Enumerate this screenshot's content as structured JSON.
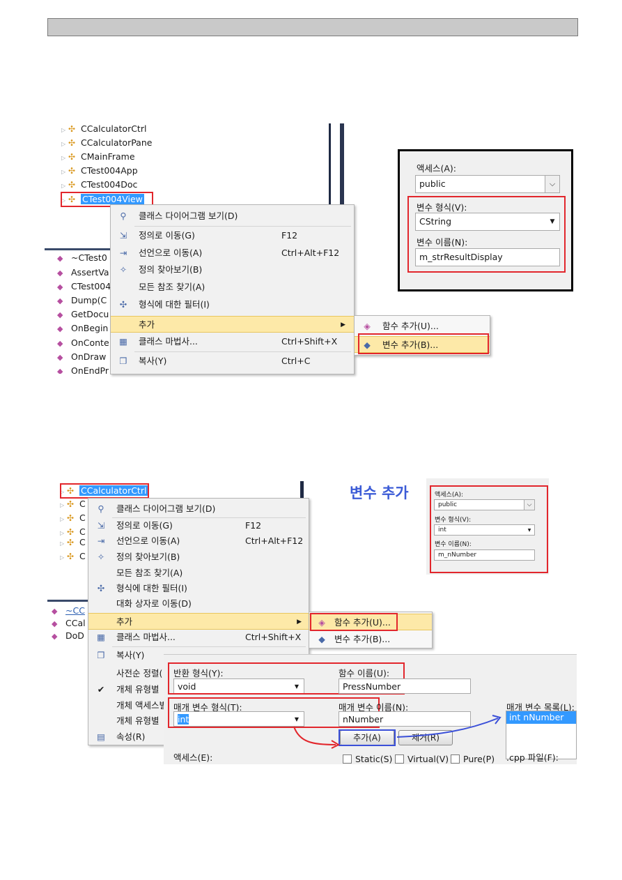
{
  "section1": {
    "tree_classes": [
      "CCalculatorCtrl",
      "CCalculatorPane",
      "CMainFrame",
      "CTest004App",
      "CTest004Doc",
      "CTest004View"
    ],
    "members": [
      "~CTest0",
      "AssertVa",
      "CTest004",
      "Dump(C",
      "GetDocu",
      "OnBegin",
      "OnConte",
      "OnDraw",
      "OnEndPr"
    ],
    "context_menu": [
      {
        "label": "클래스 다이어그램 보기(D)",
        "shortcut": ""
      },
      {
        "label": "정의로 이동(G)",
        "shortcut": "F12"
      },
      {
        "label": "선언으로 이동(A)",
        "shortcut": "Ctrl+Alt+F12"
      },
      {
        "label": "정의 찾아보기(B)",
        "shortcut": ""
      },
      {
        "label": "모든 참조 찾기(A)",
        "shortcut": ""
      },
      {
        "label": "형식에 대한 필터(I)",
        "shortcut": ""
      },
      {
        "label": "추가",
        "shortcut": ""
      },
      {
        "label": "클래스 마법사...",
        "shortcut": "Ctrl+Shift+X"
      },
      {
        "label": "복사(Y)",
        "shortcut": "Ctrl+C"
      }
    ],
    "submenu": [
      "함수 추가(U)...",
      "변수 추가(B)..."
    ],
    "dialog": {
      "access_label": "액세스(A):",
      "access_value": "public",
      "type_label": "변수 형식(V):",
      "type_value": "CString",
      "name_label": "변수 이름(N):",
      "name_value": "m_strResultDisplay"
    }
  },
  "section2": {
    "tree_selected": "CCalculatorCtrl",
    "tree_partial": [
      "C",
      "C",
      "C",
      "C",
      "C"
    ],
    "members": [
      "~CC",
      "CCal",
      "DoD"
    ],
    "context_menu": [
      {
        "label": "클래스 다이어그램 보기(D)",
        "shortcut": ""
      },
      {
        "label": "정의로 이동(G)",
        "shortcut": "F12"
      },
      {
        "label": "선언으로 이동(A)",
        "shortcut": "Ctrl+Alt+F12"
      },
      {
        "label": "정의 찾아보기(B)",
        "shortcut": ""
      },
      {
        "label": "모든 참조 찾기(A)",
        "shortcut": ""
      },
      {
        "label": "형식에 대한 필터(I)",
        "shortcut": ""
      },
      {
        "label": "대화 상자로 이동(D)",
        "shortcut": ""
      },
      {
        "label": "추가",
        "shortcut": ""
      },
      {
        "label": "클래스 마법사...",
        "shortcut": "Ctrl+Shift+X"
      },
      {
        "label": "복사(Y)",
        "shortcut": ""
      },
      {
        "label": "사전순 정렬(",
        "shortcut": ""
      },
      {
        "label": "개체 유형별 ",
        "shortcut": ""
      },
      {
        "label": "개체 액세스별",
        "shortcut": ""
      },
      {
        "label": "개체 유형별 ",
        "shortcut": ""
      },
      {
        "label": "속성(R)",
        "shortcut": ""
      }
    ],
    "submenu": [
      "함수 추가(U)...",
      "변수 추가(B)..."
    ],
    "annotation": "변수 추가",
    "mini_dialog": {
      "access_label": "액세스(A):",
      "access_value": "public",
      "type_label": "변수 형식(V):",
      "type_value": "int",
      "name_label": "변수 이름(N):",
      "name_value": "m_nNumber"
    },
    "func_dialog": {
      "return_type_label": "반환 형식(Y):",
      "return_type_value": "void",
      "func_name_label": "함수 이름(U):",
      "func_name_value": "PressNumber",
      "param_type_label": "매개 변수 형식(T):",
      "param_type_value": "int",
      "param_name_label": "매개 변수 이름(N):",
      "param_name_value": "nNumber",
      "param_list_label": "매개 변수 목록(L):",
      "param_list_item": "int nNumber",
      "add_button": "추가(A)",
      "remove_button": "제거(R)",
      "access_label": "액세스(E):",
      "static_label": "Static(S)",
      "virtual_label": "Virtual(V)",
      "pure_label": "Pure(P)",
      "cpp_label": ".cpp 파일(F):"
    }
  }
}
